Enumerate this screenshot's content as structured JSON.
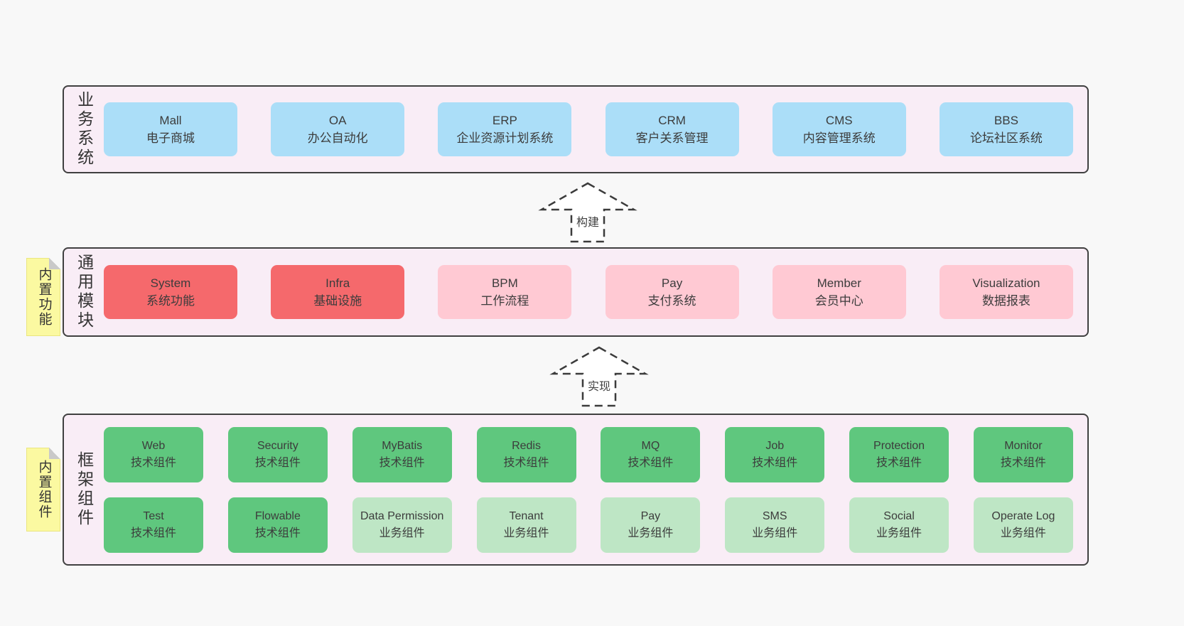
{
  "colors": {
    "page_bg": "#f8f8f8",
    "panel_bg": "#f9edf6",
    "panel_border": "#404040",
    "blue_box": "#abdef8",
    "red_box": "#f5696c",
    "pink_box": "#ffc9d3",
    "green_box": "#5fc77e",
    "green_light_box": "#bee6c5",
    "sticky_note": "#fbf9a1",
    "text": "#3c3c3c"
  },
  "arrows": [
    {
      "label": "构建"
    },
    {
      "label": "实现"
    }
  ],
  "layers": [
    {
      "label": "业务系统",
      "boxes": [
        {
          "name": "Mall",
          "desc": "电子商城"
        },
        {
          "name": "OA",
          "desc": "办公自动化"
        },
        {
          "name": "ERP",
          "desc": "企业资源计划系统"
        },
        {
          "name": "CRM",
          "desc": "客户关系管理"
        },
        {
          "name": "CMS",
          "desc": "内容管理系统"
        },
        {
          "name": "BBS",
          "desc": "论坛社区系统"
        }
      ]
    },
    {
      "label": "通用模块",
      "note": "内置功能",
      "boxes": [
        {
          "name": "System",
          "desc": "系统功能"
        },
        {
          "name": "Infra",
          "desc": "基础设施"
        },
        {
          "name": "BPM",
          "desc": "工作流程"
        },
        {
          "name": "Pay",
          "desc": "支付系统"
        },
        {
          "name": "Member",
          "desc": "会员中心"
        },
        {
          "name": "Visualization",
          "desc": "数据报表"
        }
      ]
    },
    {
      "label": "框架组件",
      "note": "内置组件",
      "rows": [
        [
          {
            "name": "Web",
            "desc": "技术组件"
          },
          {
            "name": "Security",
            "desc": "技术组件"
          },
          {
            "name": "MyBatis",
            "desc": "技术组件"
          },
          {
            "name": "Redis",
            "desc": "技术组件"
          },
          {
            "name": "MQ",
            "desc": "技术组件"
          },
          {
            "name": "Job",
            "desc": "技术组件"
          },
          {
            "name": "Protection",
            "desc": "技术组件"
          },
          {
            "name": "Monitor",
            "desc": "技术组件"
          }
        ],
        [
          {
            "name": "Test",
            "desc": "技术组件"
          },
          {
            "name": "Flowable",
            "desc": "技术组件"
          },
          {
            "name": "Data Permission",
            "desc": "业务组件"
          },
          {
            "name": "Tenant",
            "desc": "业务组件"
          },
          {
            "name": "Pay",
            "desc": "业务组件"
          },
          {
            "name": "SMS",
            "desc": "业务组件"
          },
          {
            "name": "Social",
            "desc": "业务组件"
          },
          {
            "name": "Operate Log",
            "desc": "业务组件"
          }
        ]
      ]
    }
  ]
}
